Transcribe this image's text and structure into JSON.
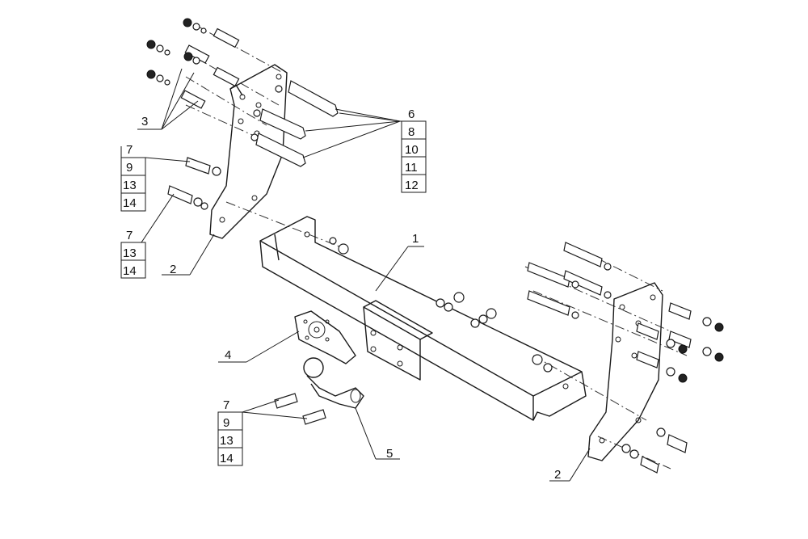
{
  "callouts": {
    "left_top_group": [
      "7",
      "9",
      "13",
      "14"
    ],
    "left_mid_group": [
      "7",
      "13",
      "14"
    ],
    "right_group": [
      "6",
      "8",
      "10",
      "11",
      "12"
    ],
    "bottom_group": [
      "7",
      "9",
      "13",
      "14"
    ],
    "label_3": "3",
    "label_1": "1",
    "label_2_left": "2",
    "label_2_right": "2",
    "label_4": "4",
    "label_5": "5"
  }
}
